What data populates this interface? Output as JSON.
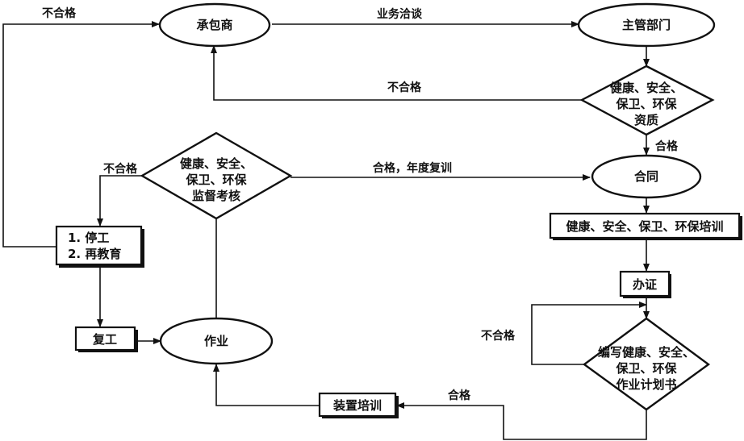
{
  "nodes": {
    "contractor": "承包商",
    "authority": "主管部门",
    "qualification_check": [
      "健康、安全、",
      "保卫、环保",
      "资质"
    ],
    "contract": "合同",
    "training": "健康、安全、保卫、环保培训",
    "certificate": "办证",
    "plan_check": [
      "编写健康、安全、",
      "保卫、环保",
      "作业计划书"
    ],
    "site_training": "装置培训",
    "operation": "作业",
    "supervision_check": [
      "健康、安全、",
      "保卫、环保",
      "监督考核"
    ],
    "stop_work": [
      "1. 停工",
      "2. 再教育"
    ],
    "resume_work": "复工"
  },
  "edges": {
    "business_negotiation": "业务洽谈",
    "unqualified": "不合格",
    "qualified": "合格",
    "qualified_annual_retraining": "合格，年度复训"
  }
}
